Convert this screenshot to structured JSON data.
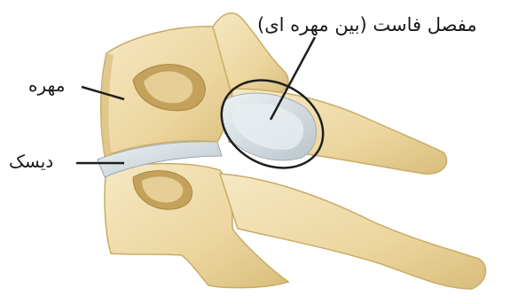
{
  "labels": {
    "facet_joint": "مفصل فاست (بین مهره ای)",
    "vertebra": "مهره",
    "disc": "دیسک"
  },
  "colors": {
    "bone": "#f1dfae",
    "bone_shadow": "#d9bf7d",
    "bone_dark": "#b9984f",
    "cartilage": "#dfe6ea",
    "cartilage_shade": "#b7c3cb",
    "outline": "#2a2a2a"
  }
}
